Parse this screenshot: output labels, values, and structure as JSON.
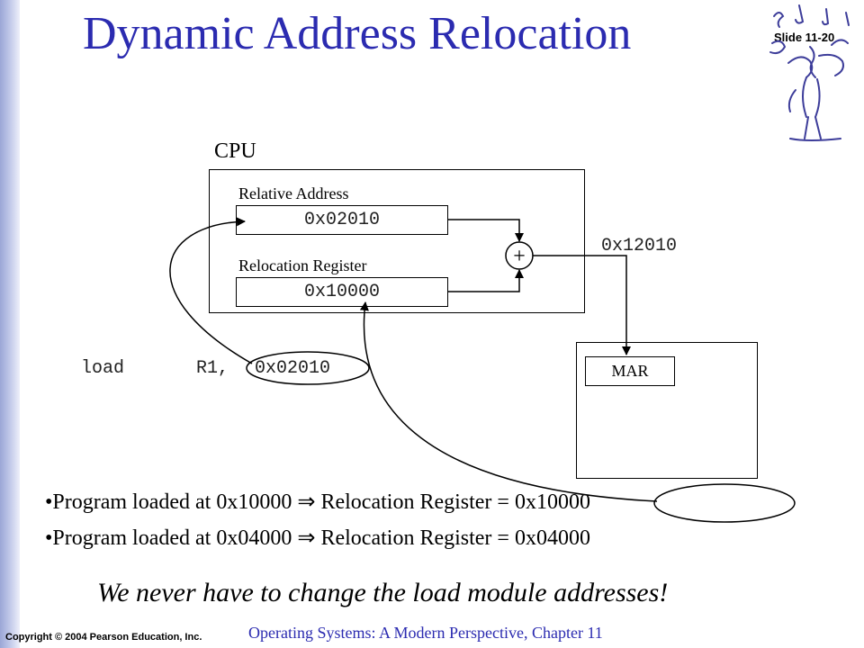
{
  "slide": {
    "title": "Dynamic Address Relocation",
    "number": "Slide 11-20",
    "copyright": "Copyright © 2004 Pearson Education, Inc.",
    "footer": "Operating Systems: A Modern Perspective, Chapter 11",
    "tagline": "We never have to change the load module addresses!"
  },
  "diagram": {
    "cpu_label": "CPU",
    "relative_address_label": "Relative Address",
    "relative_address_value": "0x02010",
    "relocation_register_label": "Relocation Register",
    "relocation_register_value": "0x10000",
    "adder_symbol": "+",
    "physical_address": "0x12010",
    "mar_label": "MAR",
    "instruction": {
      "opcode": "load",
      "operand": "R1,",
      "address": "0x02010"
    }
  },
  "bullets": [
    {
      "prefix": "•Program loaded at 0x10000 ",
      "arrow": "⇒",
      "suffix": " Relocation Register = 0x10000"
    },
    {
      "prefix": "•Program loaded at 0x04000 ",
      "arrow": "⇒",
      "suffix": " Relocation Register = 0x04000"
    }
  ],
  "colors": {
    "title": "#2b2bb0",
    "footer": "#2b2bb0"
  },
  "icons": {
    "logo": "musician-logo"
  }
}
